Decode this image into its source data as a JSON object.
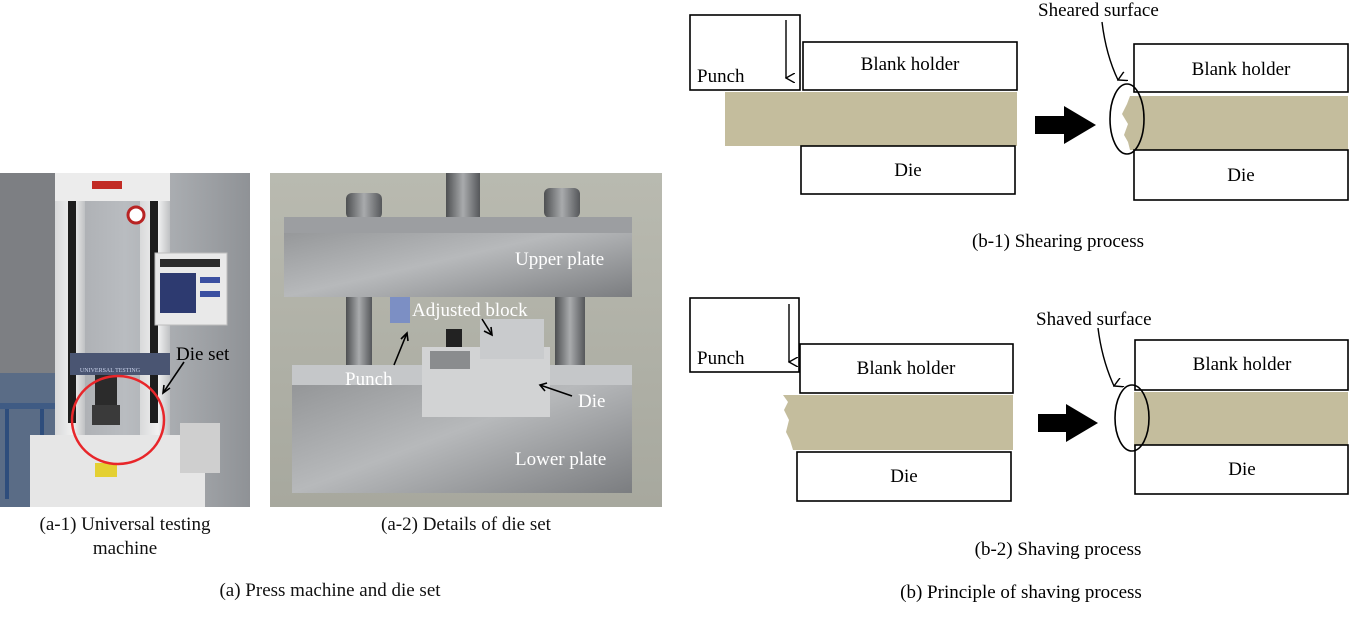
{
  "photo1": {
    "label": "Die set",
    "caption_line1": "(a-1) Universal testing",
    "caption_line2": "machine",
    "display_text": "UNIVERSAL TESTING"
  },
  "photo2": {
    "label_upper": "Upper plate",
    "label_adjusted": "Adjusted block",
    "label_punch": "Punch",
    "label_die": "Die",
    "label_lower": "Lower plate",
    "caption": "(a-2) Details of die set"
  },
  "caption_a": "(a)  Press machine and die set",
  "shearing": {
    "punch": "Punch",
    "blank_holder_left": "Blank holder",
    "die_left": "Die",
    "surface_label": "Sheared surface",
    "blank_holder_right": "Blank holder",
    "die_right": "Die",
    "caption": "(b-1) Shearing process"
  },
  "shaving": {
    "punch": "Punch",
    "blank_holder_left": "Blank holder",
    "die_left": "Die",
    "surface_label": "Shaved surface",
    "blank_holder_right": "Blank holder",
    "die_right": "Die",
    "caption": "(b-2) Shaving process"
  },
  "caption_b": "(b)  Principle of shaving process",
  "colors": {
    "sheet": "#c4bd9d",
    "circle": "#e8262a",
    "arrow": "#000000"
  }
}
